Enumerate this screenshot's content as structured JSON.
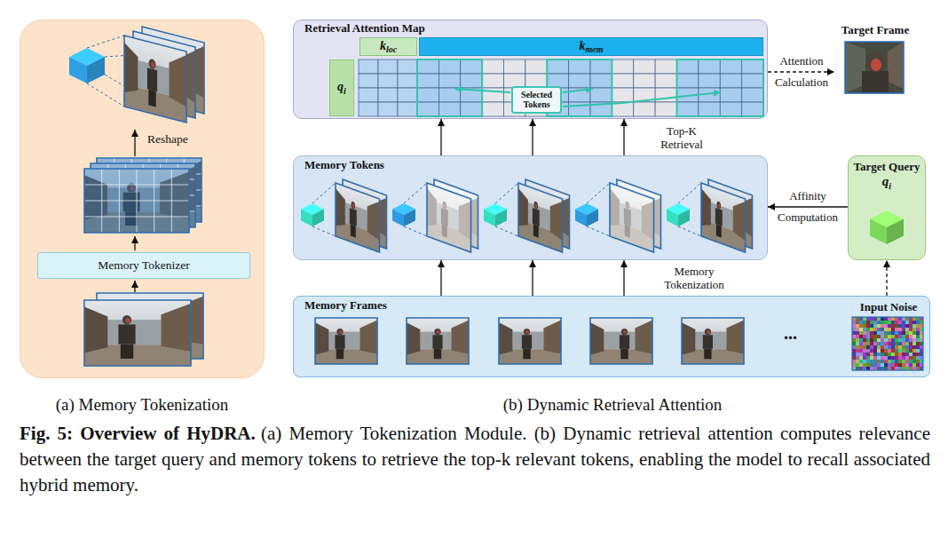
{
  "diagram": {
    "title": "Fig. 5: Overview of HyDRA.",
    "caption": "(a) Memory Tokenization Module. (b) Dynamic retrieval attention computes relevance between the target query and memory tokens to retrieve the top-k relevant tokens, enabling the model to recall associated hybrid memory.",
    "nodes": [
      {
        "text": [
          "(a) Memory Tokenization"
        ]
      },
      {
        "text": [
          "Memory Tokenizer"
        ],
        "in": 0
      },
      {
        "text": [
          "Retrieval Attention Map"
        ]
      },
      {
        "text": [
          "k",
          "loc"
        ],
        "in": 2
      },
      {
        "text": [
          "k",
          "mem"
        ],
        "in": 2
      },
      {
        "text": [
          "q",
          "i"
        ],
        "in": 2
      },
      {
        "text": [
          "Selected Tokens"
        ],
        "in": 2
      },
      {
        "text": [
          "Target Frame"
        ]
      },
      {
        "text": [
          "Memory Tokens"
        ]
      },
      {
        "text": [
          "Target Query",
          "q",
          "i"
        ]
      },
      {
        "text": [
          "Memory Frames",
          "...",
          "Input Noise"
        ]
      }
    ],
    "edges": [
      {
        "from": 10,
        "to": 8,
        "arrow": "to"
      },
      {
        "from": 10,
        "to": 8,
        "arrow": "to"
      },
      {
        "from": 10,
        "to": 8,
        "arrow": "to",
        "label": "Memory Tokenization"
      },
      {
        "from": 8,
        "to": 2,
        "arrow": "to"
      },
      {
        "from": 8,
        "to": 2,
        "arrow": "to"
      },
      {
        "from": 8,
        "to": 2,
        "arrow": "to",
        "label": "Top-K Retrieval"
      },
      {
        "from": 9,
        "to": 8,
        "arrow": "to",
        "label": "Affinity Computation"
      },
      {
        "from": 10,
        "to": 9,
        "arrow": "to"
      },
      {
        "from": 2,
        "to": 7,
        "arrow": "to",
        "label": "Attention Calculation"
      }
    ],
    "labels": [
      "Reshape",
      "(b) Dynamic Retrieval Attention"
    ]
  }
}
